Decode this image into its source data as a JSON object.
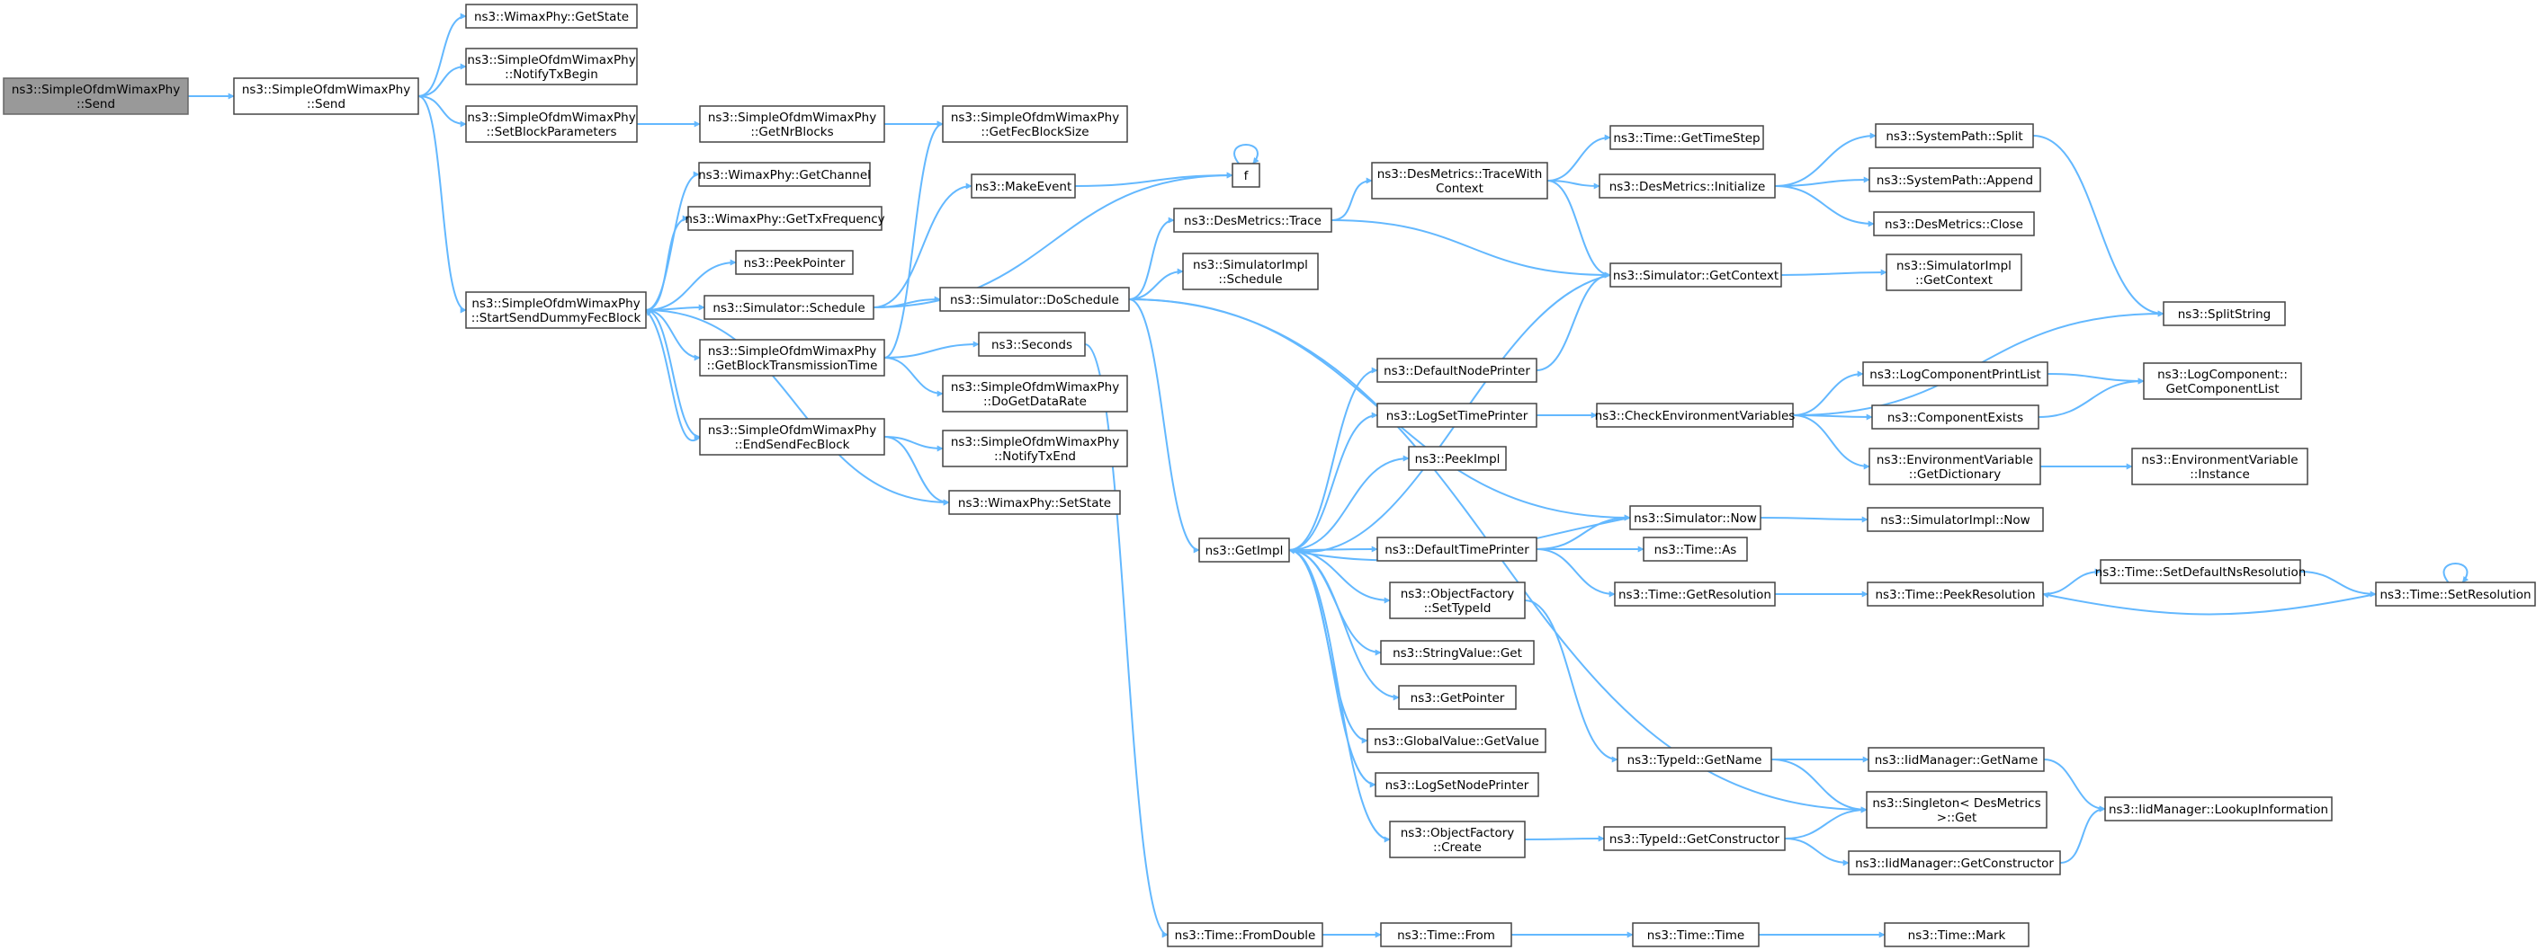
{
  "nodes": [
    {
      "id": "root",
      "lines": [
        "ns3::SimpleOfdmWimaxPhy",
        "::Send"
      ],
      "root": true
    },
    {
      "id": "send",
      "lines": [
        "ns3::SimpleOfdmWimaxPhy",
        "::Send"
      ]
    },
    {
      "id": "getstate",
      "lines": [
        "ns3::WimaxPhy::GetState"
      ]
    },
    {
      "id": "notifytxbegin",
      "lines": [
        "ns3::SimpleOfdmWimaxPhy",
        "::NotifyTxBegin"
      ]
    },
    {
      "id": "setblockparams",
      "lines": [
        "ns3::SimpleOfdmWimaxPhy",
        "::SetBlockParameters"
      ]
    },
    {
      "id": "getnrblocks",
      "lines": [
        "ns3::SimpleOfdmWimaxPhy",
        "::GetNrBlocks"
      ]
    },
    {
      "id": "getfecblocksize",
      "lines": [
        "ns3::SimpleOfdmWimaxPhy",
        "::GetFecBlockSize"
      ]
    },
    {
      "id": "startsenddummy",
      "lines": [
        "ns3::SimpleOfdmWimaxPhy",
        "::StartSendDummyFecBlock"
      ]
    },
    {
      "id": "getchannel",
      "lines": [
        "ns3::WimaxPhy::GetChannel"
      ]
    },
    {
      "id": "gettxfrequency",
      "lines": [
        "ns3::WimaxPhy::GetTxFrequency"
      ]
    },
    {
      "id": "peekpointer",
      "lines": [
        "ns3::PeekPointer"
      ]
    },
    {
      "id": "schedule",
      "lines": [
        "ns3::Simulator::Schedule"
      ]
    },
    {
      "id": "getblocktxtime",
      "lines": [
        "ns3::SimpleOfdmWimaxPhy",
        "::GetBlockTransmissionTime"
      ]
    },
    {
      "id": "endsendfecblock",
      "lines": [
        "ns3::SimpleOfdmWimaxPhy",
        "::EndSendFecBlock"
      ]
    },
    {
      "id": "makeevent",
      "lines": [
        "ns3::MakeEvent"
      ]
    },
    {
      "id": "f",
      "lines": [
        "f"
      ]
    },
    {
      "id": "doschedule",
      "lines": [
        "ns3::Simulator::DoSchedule"
      ]
    },
    {
      "id": "seconds",
      "lines": [
        "ns3::Seconds"
      ]
    },
    {
      "id": "dogetdatarate",
      "lines": [
        "ns3::SimpleOfdmWimaxPhy",
        "::DoGetDataRate"
      ]
    },
    {
      "id": "notifytxend",
      "lines": [
        "ns3::SimpleOfdmWimaxPhy",
        "::NotifyTxEnd"
      ]
    },
    {
      "id": "wimaxsetstate",
      "lines": [
        "ns3::WimaxPhy::SetState"
      ]
    },
    {
      "id": "desmetricstrace",
      "lines": [
        "ns3::DesMetrics::Trace"
      ]
    },
    {
      "id": "simimplschedule",
      "lines": [
        "ns3::SimulatorImpl",
        "::Schedule"
      ]
    },
    {
      "id": "tracewithcontext",
      "lines": [
        "ns3::DesMetrics::TraceWith",
        "Context"
      ]
    },
    {
      "id": "gettimestep",
      "lines": [
        "ns3::Time::GetTimeStep"
      ]
    },
    {
      "id": "desinitialize",
      "lines": [
        "ns3::DesMetrics::Initialize"
      ]
    },
    {
      "id": "syssplit",
      "lines": [
        "ns3::SystemPath::Split"
      ]
    },
    {
      "id": "sysappend",
      "lines": [
        "ns3::SystemPath::Append"
      ]
    },
    {
      "id": "desclose",
      "lines": [
        "ns3::DesMetrics::Close"
      ]
    },
    {
      "id": "getcontext",
      "lines": [
        "ns3::Simulator::GetContext"
      ]
    },
    {
      "id": "implgetcontext",
      "lines": [
        "ns3::SimulatorImpl",
        "::GetContext"
      ]
    },
    {
      "id": "splitstring",
      "lines": [
        "ns3::SplitString"
      ]
    },
    {
      "id": "getimpl",
      "lines": [
        "ns3::GetImpl"
      ]
    },
    {
      "id": "defaultnodeprinter",
      "lines": [
        "ns3::DefaultNodePrinter"
      ]
    },
    {
      "id": "logsettimeprinter",
      "lines": [
        "ns3::LogSetTimePrinter"
      ]
    },
    {
      "id": "checkenv",
      "lines": [
        "ns3::CheckEnvironmentVariables"
      ]
    },
    {
      "id": "logcompprintlist",
      "lines": [
        "ns3::LogComponentPrintList"
      ]
    },
    {
      "id": "logcompgetlist",
      "lines": [
        "ns3::LogComponent::",
        "GetComponentList"
      ]
    },
    {
      "id": "componentexists",
      "lines": [
        "ns3::ComponentExists"
      ]
    },
    {
      "id": "envgetdict",
      "lines": [
        "ns3::EnvironmentVariable",
        "::GetDictionary"
      ]
    },
    {
      "id": "envinstance",
      "lines": [
        "ns3::EnvironmentVariable",
        "::Instance"
      ]
    },
    {
      "id": "peekimpl",
      "lines": [
        "ns3::PeekImpl"
      ]
    },
    {
      "id": "simnow",
      "lines": [
        "ns3::Simulator::Now"
      ]
    },
    {
      "id": "implnow",
      "lines": [
        "ns3::SimulatorImpl::Now"
      ]
    },
    {
      "id": "defaulttimeprinter",
      "lines": [
        "ns3::DefaultTimePrinter"
      ]
    },
    {
      "id": "timeas",
      "lines": [
        "ns3::Time::As"
      ]
    },
    {
      "id": "timegetres",
      "lines": [
        "ns3::Time::GetResolution"
      ]
    },
    {
      "id": "timepeekres",
      "lines": [
        "ns3::Time::PeekResolution"
      ]
    },
    {
      "id": "setdefaultnsres",
      "lines": [
        "ns3::Time::SetDefaultNsResolution"
      ]
    },
    {
      "id": "setres",
      "lines": [
        "ns3::Time::SetResolution"
      ]
    },
    {
      "id": "objfactsettypeid",
      "lines": [
        "ns3::ObjectFactory",
        "::SetTypeId"
      ]
    },
    {
      "id": "stringvalueget",
      "lines": [
        "ns3::StringValue::Get"
      ]
    },
    {
      "id": "getpointer",
      "lines": [
        "ns3::GetPointer"
      ]
    },
    {
      "id": "globalvalueget",
      "lines": [
        "ns3::GlobalValue::GetValue"
      ]
    },
    {
      "id": "logsetnodeprinter",
      "lines": [
        "ns3::LogSetNodePrinter"
      ]
    },
    {
      "id": "objfactcreate",
      "lines": [
        "ns3::ObjectFactory",
        "::Create"
      ]
    },
    {
      "id": "typeidgetname",
      "lines": [
        "ns3::TypeId::GetName"
      ]
    },
    {
      "id": "iidgetname",
      "lines": [
        "ns3::IidManager::GetName"
      ]
    },
    {
      "id": "singletonget",
      "lines": [
        "ns3::Singleton< DesMetrics",
        " >::Get"
      ]
    },
    {
      "id": "iidlookup",
      "lines": [
        "ns3::IidManager::LookupInformation"
      ]
    },
    {
      "id": "typeidgetctor",
      "lines": [
        "ns3::TypeId::GetConstructor"
      ]
    },
    {
      "id": "iidgetctor",
      "lines": [
        "ns3::IidManager::GetConstructor"
      ]
    },
    {
      "id": "timefromdouble",
      "lines": [
        "ns3::Time::FromDouble"
      ]
    },
    {
      "id": "timefrom",
      "lines": [
        "ns3::Time::From"
      ]
    },
    {
      "id": "timetime",
      "lines": [
        "ns3::Time::Time"
      ]
    },
    {
      "id": "timemark",
      "lines": [
        "ns3::Time::Mark"
      ]
    }
  ],
  "edges": [
    [
      "root",
      "send"
    ],
    [
      "send",
      "getstate"
    ],
    [
      "send",
      "notifytxbegin"
    ],
    [
      "send",
      "setblockparams"
    ],
    [
      "send",
      "startsenddummy"
    ],
    [
      "setblockparams",
      "getnrblocks"
    ],
    [
      "setblockparams",
      "getfecblocksize"
    ],
    [
      "getnrblocks",
      "getfecblocksize"
    ],
    [
      "startsenddummy",
      "getchannel"
    ],
    [
      "startsenddummy",
      "gettxfrequency"
    ],
    [
      "startsenddummy",
      "peekpointer"
    ],
    [
      "startsenddummy",
      "schedule"
    ],
    [
      "startsenddummy",
      "getblocktxtime"
    ],
    [
      "startsenddummy",
      "endsendfecblock"
    ],
    [
      "startsenddummy",
      "wimaxsetstate"
    ],
    [
      "schedule",
      "makeevent"
    ],
    [
      "schedule",
      "f"
    ],
    [
      "schedule",
      "doschedule"
    ],
    [
      "makeevent",
      "f"
    ],
    [
      "f",
      "f"
    ],
    [
      "getblocktxtime",
      "getfecblocksize"
    ],
    [
      "getblocktxtime",
      "seconds"
    ],
    [
      "getblocktxtime",
      "dogetdatarate"
    ],
    [
      "endsendfecblock",
      "startsenddummy"
    ],
    [
      "endsendfecblock",
      "notifytxend"
    ],
    [
      "endsendfecblock",
      "wimaxsetstate"
    ],
    [
      "doschedule",
      "desmetricstrace"
    ],
    [
      "doschedule",
      "simimplschedule"
    ],
    [
      "doschedule",
      "getimpl"
    ],
    [
      "doschedule",
      "simnow"
    ],
    [
      "doschedule",
      "singletonget"
    ],
    [
      "seconds",
      "timefromdouble"
    ],
    [
      "desmetricstrace",
      "tracewithcontext"
    ],
    [
      "desmetricstrace",
      "getcontext"
    ],
    [
      "tracewithcontext",
      "gettimestep"
    ],
    [
      "tracewithcontext",
      "desinitialize"
    ],
    [
      "tracewithcontext",
      "getcontext"
    ],
    [
      "desinitialize",
      "syssplit"
    ],
    [
      "desinitialize",
      "sysappend"
    ],
    [
      "desinitialize",
      "desclose"
    ],
    [
      "syssplit",
      "splitstring"
    ],
    [
      "getcontext",
      "getimpl"
    ],
    [
      "getcontext",
      "implgetcontext"
    ],
    [
      "getimpl",
      "defaultnodeprinter"
    ],
    [
      "getimpl",
      "logsettimeprinter"
    ],
    [
      "getimpl",
      "peekimpl"
    ],
    [
      "getimpl",
      "defaulttimeprinter"
    ],
    [
      "getimpl",
      "objfactsettypeid"
    ],
    [
      "getimpl",
      "stringvalueget"
    ],
    [
      "getimpl",
      "getpointer"
    ],
    [
      "getimpl",
      "globalvalueget"
    ],
    [
      "getimpl",
      "logsetnodeprinter"
    ],
    [
      "getimpl",
      "objfactcreate"
    ],
    [
      "defaultnodeprinter",
      "getcontext"
    ],
    [
      "logsettimeprinter",
      "checkenv"
    ],
    [
      "checkenv",
      "splitstring"
    ],
    [
      "checkenv",
      "logcompprintlist"
    ],
    [
      "checkenv",
      "componentexists"
    ],
    [
      "checkenv",
      "envgetdict"
    ],
    [
      "logcompprintlist",
      "logcompgetlist"
    ],
    [
      "componentexists",
      "logcompgetlist"
    ],
    [
      "envgetdict",
      "envinstance"
    ],
    [
      "simnow",
      "getimpl"
    ],
    [
      "simnow",
      "implnow"
    ],
    [
      "defaulttimeprinter",
      "simnow"
    ],
    [
      "defaulttimeprinter",
      "timeas"
    ],
    [
      "defaulttimeprinter",
      "timegetres"
    ],
    [
      "timegetres",
      "timepeekres"
    ],
    [
      "timepeekres",
      "setdefaultnsres"
    ],
    [
      "setdefaultnsres",
      "setres"
    ],
    [
      "setres",
      "timepeekres"
    ],
    [
      "setres",
      "setres"
    ],
    [
      "objfactsettypeid",
      "typeidgetname"
    ],
    [
      "typeidgetname",
      "iidgetname"
    ],
    [
      "typeidgetname",
      "singletonget"
    ],
    [
      "iidgetname",
      "iidlookup"
    ],
    [
      "objfactcreate",
      "typeidgetctor"
    ],
    [
      "typeidgetctor",
      "singletonget"
    ],
    [
      "typeidgetctor",
      "iidgetctor"
    ],
    [
      "iidgetctor",
      "iidlookup"
    ],
    [
      "timefromdouble",
      "timefrom"
    ],
    [
      "timefrom",
      "timetime"
    ],
    [
      "timetime",
      "timemark"
    ]
  ]
}
